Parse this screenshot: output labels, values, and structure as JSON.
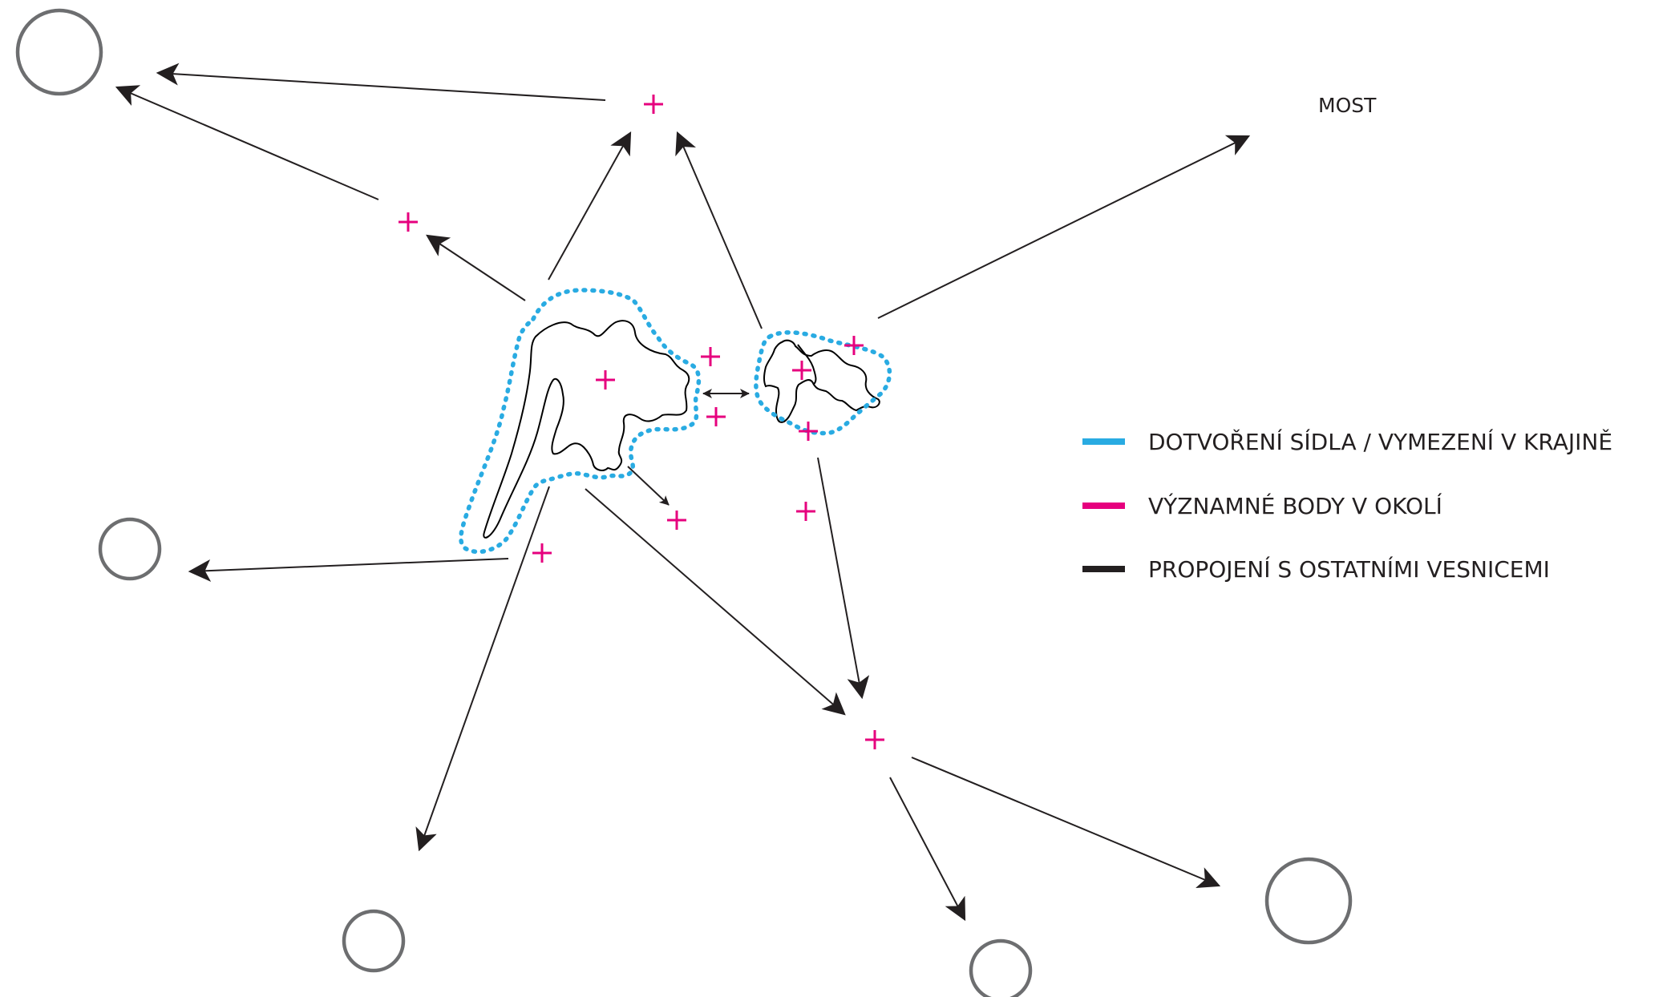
{
  "place_label": "MOST",
  "colors": {
    "settlement_boundary": "#29abe2",
    "points_of_interest": "#e6007e",
    "connections": "#231f20",
    "villages": "#6d6e70"
  },
  "legend": [
    {
      "label": "DOTVOŘENÍ SÍDLA / VYMEZENÍ V KRAJINĚ",
      "color": "#29abe2"
    },
    {
      "label": "VÝZNAMNÉ BODY V OKOLÍ",
      "color": "#e6007e"
    },
    {
      "label": "PROPOJENÍ S OSTATNÍMI VESNICEMI",
      "color": "#231f20"
    }
  ]
}
